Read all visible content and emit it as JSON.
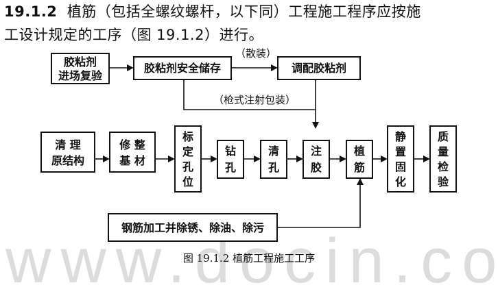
{
  "heading": {
    "number": "19.1.2",
    "line1": "植筋（包括全螺纹螺杆，以下同）工程施工程序应按施",
    "line2": "工设计规定的工序（图 19.1.2）进行。"
  },
  "flow": {
    "top": {
      "review": [
        "胶粘剂",
        "进场复验"
      ],
      "storage": "胶粘剂安全储存",
      "bulk_label": "（散装）",
      "mix": "调配胶粘剂",
      "gun_label": "（枪式注射包装）"
    },
    "main": {
      "clean": [
        "清 理",
        "原结构"
      ],
      "trim": [
        "修 整",
        "基 材"
      ],
      "mark": [
        "标",
        "定",
        "孔",
        "位"
      ],
      "drill": [
        "钻",
        "孔"
      ],
      "clear": [
        "清",
        "孔"
      ],
      "inject": [
        "注",
        "胶"
      ],
      "plant": [
        "植",
        "筋"
      ],
      "cure": [
        "静",
        "置",
        "固",
        "化"
      ],
      "inspect": [
        "质",
        "量",
        "检",
        "验"
      ]
    },
    "bottom": "钢筋加工并除锈、除油、除污"
  },
  "caption": "图 19.1.2  植筋工程施工工序",
  "watermark": "www.docin.co"
}
